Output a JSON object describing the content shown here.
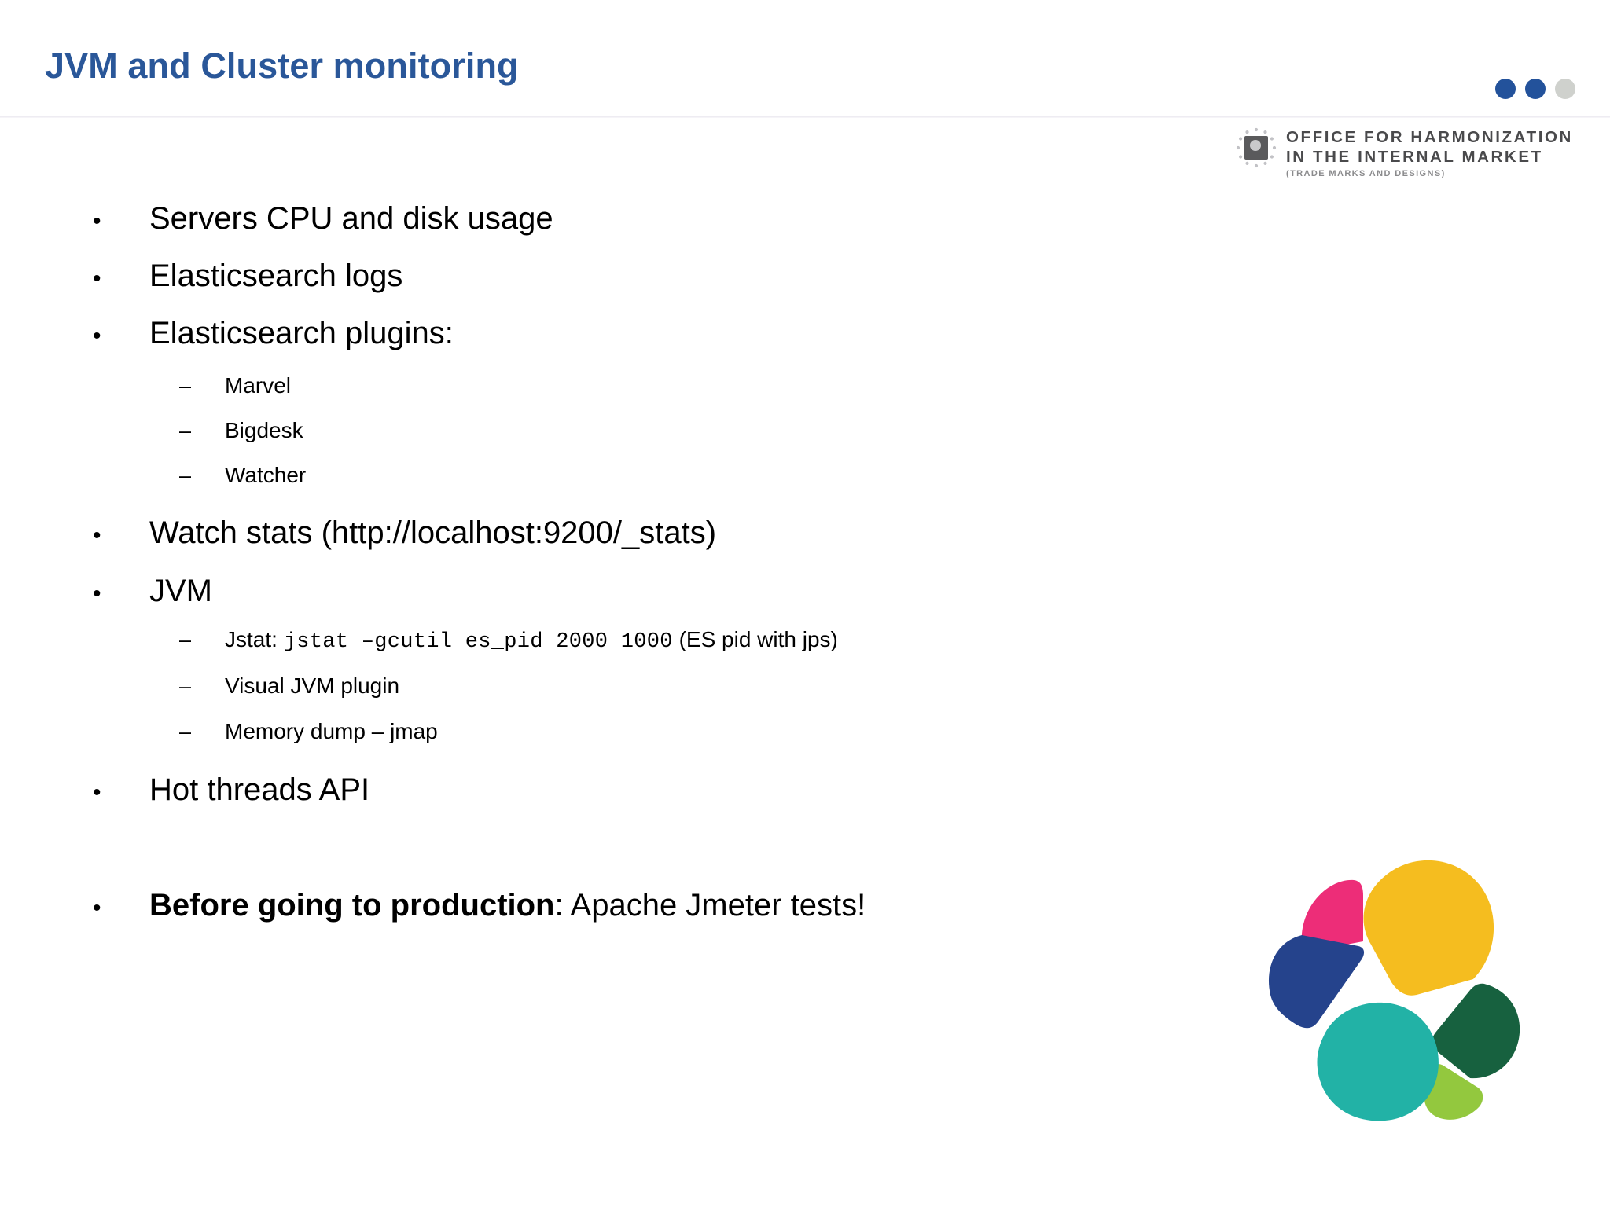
{
  "header": {
    "title": "JVM and Cluster monitoring",
    "dots": [
      "blue",
      "blue",
      "grey"
    ],
    "title_color": "#2a5799"
  },
  "ohim_logo": {
    "line1": "OFFICE FOR HARMONIZATION",
    "line2": "IN THE INTERNAL MARKET",
    "line3": "(TRADE MARKS AND DESIGNS)"
  },
  "bullets": {
    "b1": "Servers CPU and disk usage",
    "b2": "Elasticsearch logs",
    "b3": "Elasticsearch plugins:",
    "b3s1": "Marvel",
    "b3s2": "Bigdesk",
    "b3s3": "Watcher",
    "b4": "Watch stats (http://localhost:9200/_stats)",
    "b5": "JVM",
    "b5s1_label": "Jstat: ",
    "b5s1_code": "jstat –gcutil es_pid 2000 1000",
    "b5s1_suffix": " (ES pid with jps)",
    "b5s2": "Visual JVM plugin",
    "b5s3": "Memory dump – jmap",
    "b6": "Hot threads API",
    "b7_bold": "Before going to production",
    "b7_rest": ": Apache Jmeter tests!"
  },
  "markers": {
    "level1": "•",
    "level2": "–"
  },
  "es_logo_colors": {
    "yellow": "#f5bd1f",
    "pink": "#ed2d78",
    "blue": "#25438c",
    "teal": "#22b2a6",
    "dark_green": "#17613f",
    "light_green": "#93c83e"
  }
}
